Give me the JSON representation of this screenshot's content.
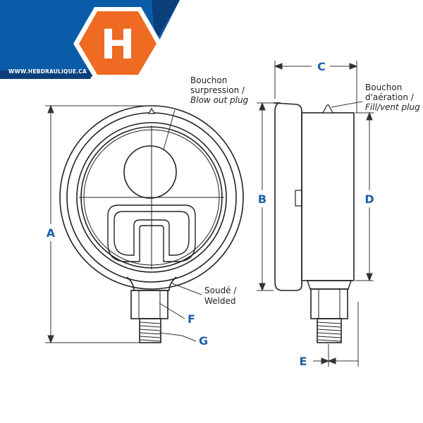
{
  "brand": {
    "logo_letter": "H",
    "website": "WWW.HEBDRAULIQUE.CA",
    "colors": {
      "blue": "#0a5ca8",
      "dark_blue": "#0b3f7a",
      "orange": "#ef6a22"
    }
  },
  "callouts": {
    "blowout_line1": "Bouchon",
    "blowout_line2": "surpression /",
    "blowout_line3": "Blow out plug",
    "vent_line1": "Bouchon",
    "vent_line2": "d'aération /",
    "vent_line3": "Fill/vent plug",
    "welded_line1": "Soudé /",
    "welded_line2": "Welded"
  },
  "dimensions": {
    "A": "A",
    "B": "B",
    "C": "C",
    "D": "D",
    "E": "E",
    "F": "F",
    "G": "G",
    "color": "#1f5fa8"
  },
  "colors": {
    "line": "#222222",
    "dim_line": "#333333"
  }
}
